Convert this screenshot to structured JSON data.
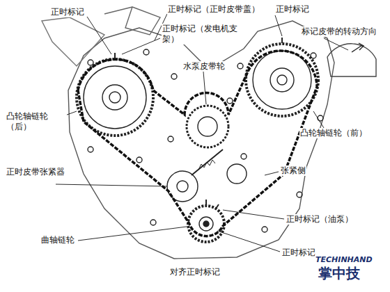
{
  "diagram": {
    "caption": "对齐正时标记",
    "labels": [
      "正时标记",
      "正时标记（正时皮带盖）",
      "正时标记",
      "正时标记（发电机支架）",
      "标记皮带的转动方向",
      "水泵皮带轮",
      "凸轮轴链轮（后）",
      "凸轮轴链轮（前）",
      "正时皮带张紧器",
      "张紧侧",
      "正时标记（油泵）",
      "曲轴链轮",
      "正时标记",
      "TECHINHAND",
      "掌中技"
    ]
  }
}
